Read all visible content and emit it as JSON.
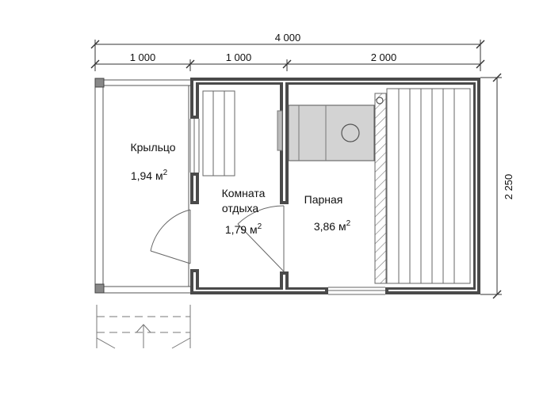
{
  "dimensions": {
    "total_width": "4 000",
    "seg_1": "1 000",
    "seg_2": "1 000",
    "seg_3": "2 000",
    "height": "2 250"
  },
  "rooms": {
    "porch": {
      "name": "Крыльцо",
      "area_value": "1,94 м",
      "area_exp": "2"
    },
    "rest_room": {
      "name_line1": "Комната",
      "name_line2": "отдыха",
      "area_value": "1,79 м",
      "area_exp": "2"
    },
    "steam_room": {
      "name": "Парная",
      "area_value": "3,86 м",
      "area_exp": "2"
    }
  },
  "colors": {
    "wall": "#4a4a4a",
    "line": "#555555",
    "stove": "#d3d3d3",
    "text": "#111111"
  }
}
